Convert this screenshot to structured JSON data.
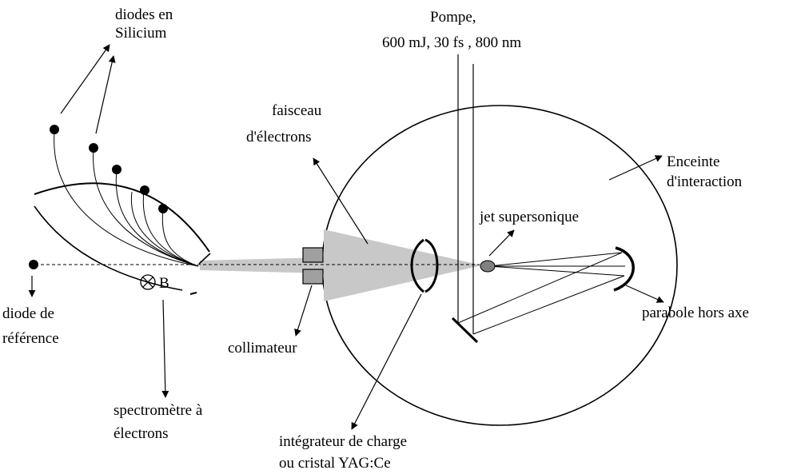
{
  "labels": {
    "diodes_line1": "diodes en",
    "diodes_line2": "Silicium",
    "pump_line1": "Pompe,",
    "pump_line2": "600 mJ, 30 fs , 800 nm",
    "beam_line1": "faisceau",
    "beam_line2": "d'électrons",
    "chamber_line1": "Enceinte",
    "chamber_line2": "d'interaction",
    "jet": "jet supersonique",
    "field": "B",
    "ref_line1": "diode de",
    "ref_line2": "référence",
    "collimator": "collimateur",
    "parabola": "parabole hors axe",
    "spectro_line1": "spectromètre à",
    "spectro_line2": "électrons",
    "integrator_line1": "intégrateur de charge",
    "integrator_line2": "ou cristal YAG:Ce"
  },
  "colors": {
    "ink": "#000000",
    "beam_fill": "#c8c8c8",
    "block_fill": "#a0a0a0",
    "jet_fill": "#808080"
  }
}
